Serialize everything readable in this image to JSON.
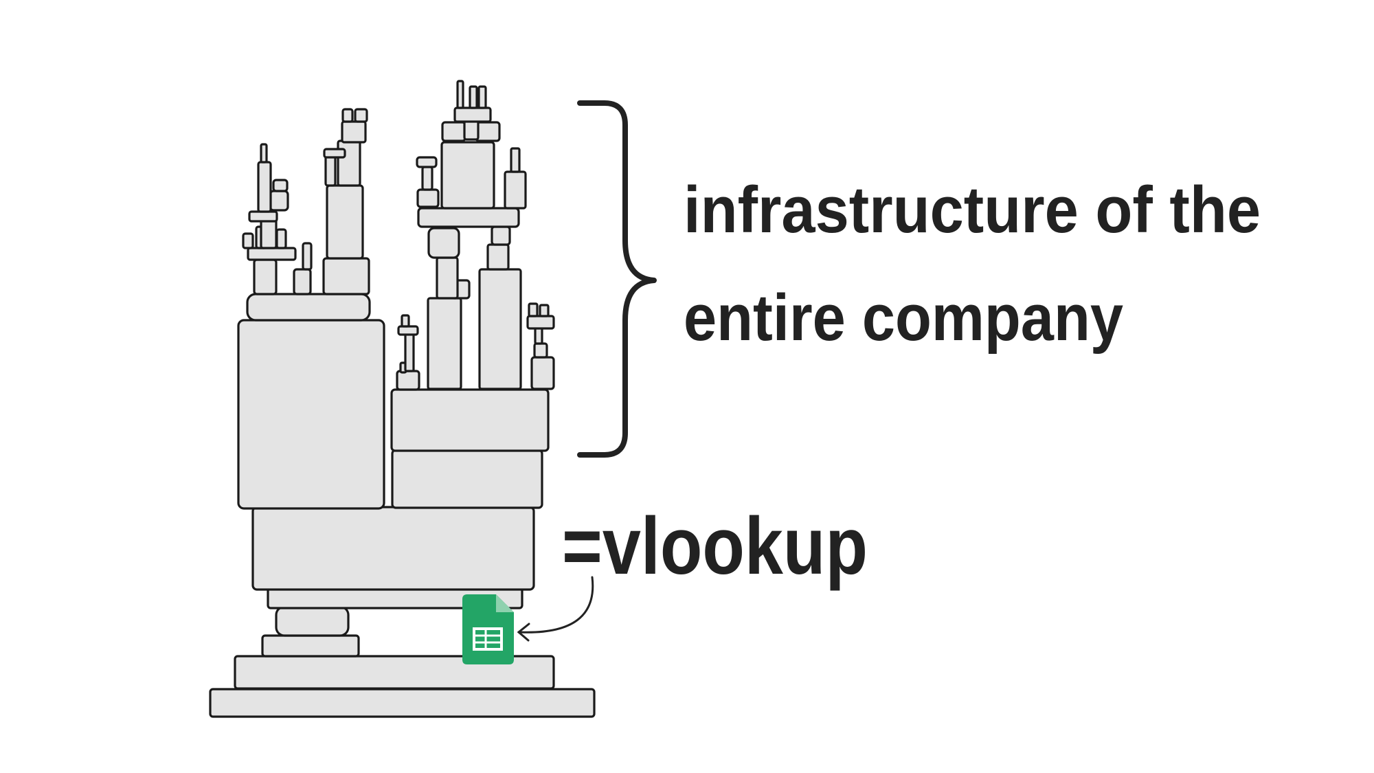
{
  "labels": {
    "top_line_1": "infrastructure of the",
    "top_line_2": "entire company",
    "bottom": "=vlookup"
  },
  "icons": {
    "support": "google-sheets-icon"
  },
  "colors": {
    "block_fill": "#e4e4e4",
    "outline": "#1a1a1a",
    "text": "#222222",
    "sheets_green": "#23a566",
    "sheets_fold": "#8ed1ae"
  }
}
